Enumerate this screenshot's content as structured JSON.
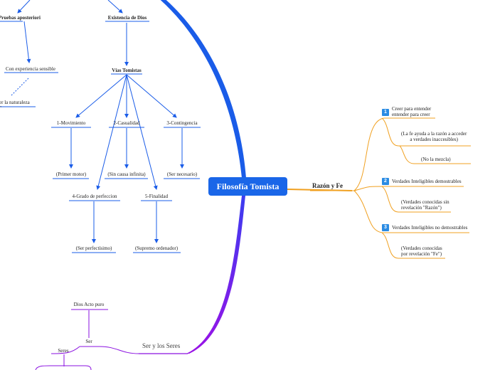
{
  "central": {
    "title": "Filosofía Tomista"
  },
  "left_top": {
    "pruebas": "Pruebas aposteriori",
    "existencia": "Existencia de Dios",
    "experiencia": "Con experiencia sensible",
    "naturaleza_line1": "er la naturaleza",
    "naturaleza_line2": "\"",
    "vias": "Vías Tomistas",
    "v1": "1-Movimiento",
    "v2": "2-Casualidad",
    "v3": "3-Contingencia",
    "v1c": "(Primer motor)",
    "v2c": "(Sin causa infinita)",
    "v3c": "(Ser necesario)",
    "v4": "4-Grado de perfeccion",
    "v5": "5-Finalidad",
    "v4c": "(Ser perfectísimo)",
    "v5c": "(Supremo ordenador)"
  },
  "right": {
    "topic": "Razón y Fe",
    "b1": "1",
    "b2": "2",
    "b3": "3",
    "i1_l1": "Creer para entender",
    "i1_l2": "entender para creer",
    "i1a_l1": "(La fe ayuda a la razón a acceder",
    "i1a_l2": "a verdades inaccesibles)",
    "i1b": "(No la mezcla)",
    "i2": "Verdades Inteligibles demostrables",
    "i2a_l1": "(Verdades conocidas sin",
    "i2a_l2": "revelación \"Razón\")",
    "i3": "Verdades Inteligibles no demostrables",
    "i3a_l1": "(Verdades conocidas",
    "i3a_l2": "por revelación \"Fe\")"
  },
  "bottom": {
    "topic": "Ser y los Seres",
    "dios": "Dios Acto puro",
    "ser": "Ser",
    "seres": "Seres"
  },
  "colors": {
    "central_fill": "#1a66e8",
    "branch_blue": "#1a5ce8",
    "branch_purple": "#8a10e0",
    "branch_orange": "#f0a020",
    "node_blue": "#1a5ce8",
    "badge": "#2a8be3"
  }
}
